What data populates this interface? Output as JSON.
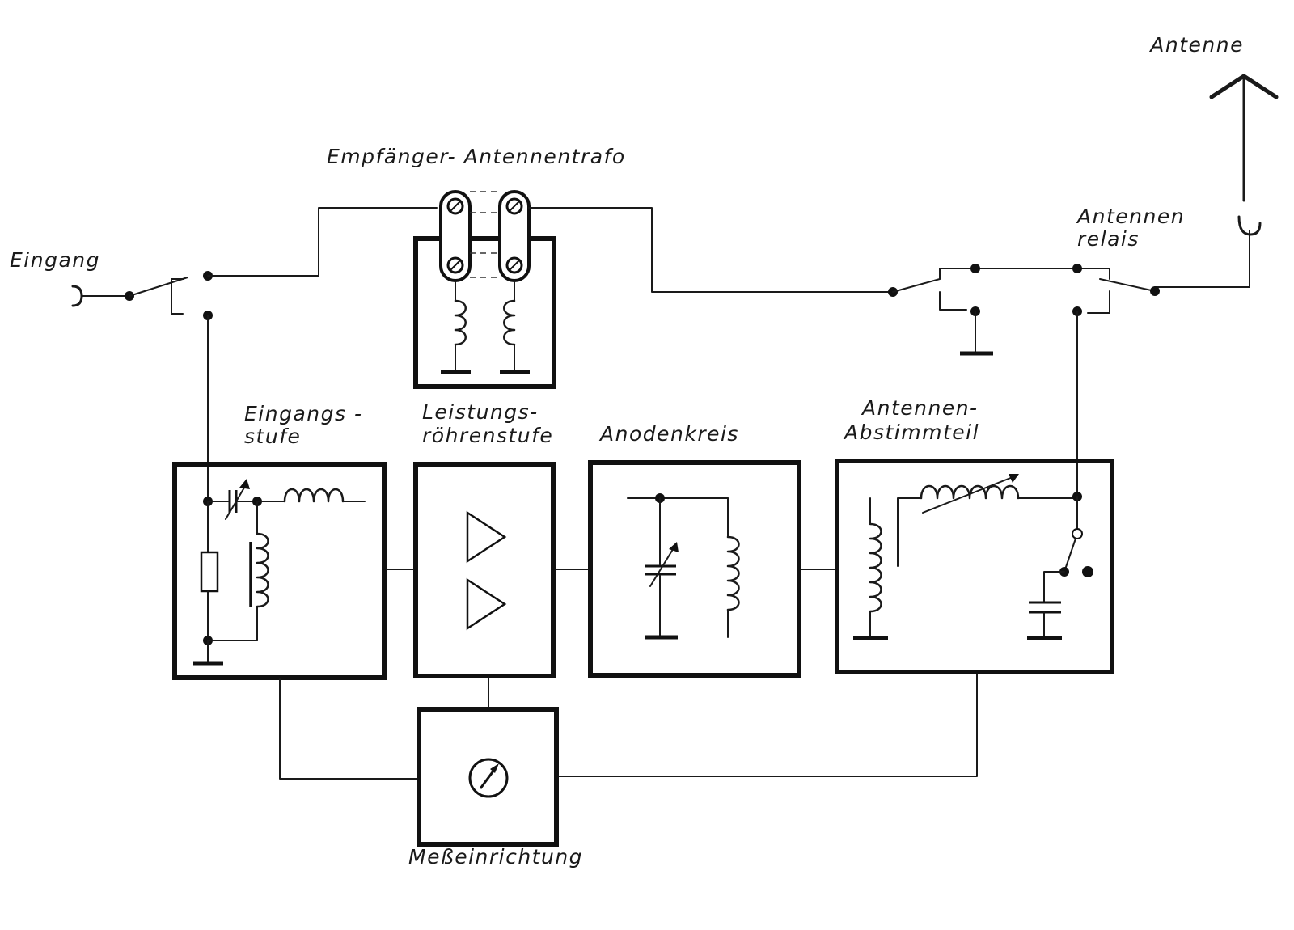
{
  "labels": {
    "antenne": "Antenne",
    "empfaenger_antennentrafo": "Empfänger- Antennentrafo",
    "antennen_relais_1": "Antennen",
    "antennen_relais_2": "relais",
    "eingang": "Eingang",
    "eingangsstufe_1": "Eingangs -",
    "eingangsstufe_2": "stufe",
    "leistungsroehrenstufe_1": "Leistungs-",
    "leistungsroehrenstufe_2": "röhrenstufe",
    "anodenkreis": "Anodenkreis",
    "abstimmteil_1": "Antennen-",
    "abstimmteil_2": "Abstimmteil",
    "messeinrichtung": "Meßeinrichtung"
  }
}
